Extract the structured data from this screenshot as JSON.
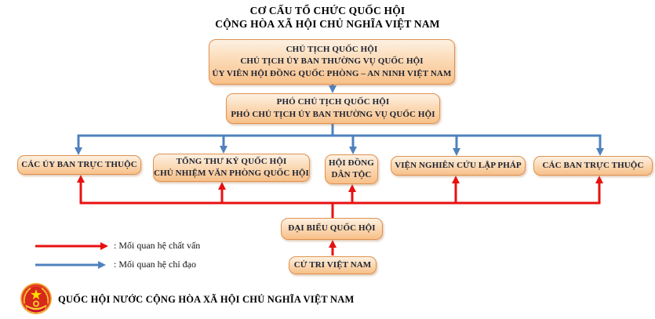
{
  "title": {
    "line1": "CƠ CẤU TỔ CHỨC QUỐC HỘI",
    "line2": "CỘNG HÒA XÃ HỘI CHỦ NGHĨA VIỆT NAM"
  },
  "boxes": {
    "chairman": {
      "lines": [
        "CHỦ TỊCH QUỐC HỘI",
        "CHỦ TỊCH ỦY BAN THƯỜNG VỤ QUỐC HỘI",
        "ỦY VIÊN HỘI ĐỒNG QUỐC PHÒNG – AN NINH VIỆT NAM"
      ]
    },
    "vice_chairman": {
      "lines": [
        "PHÓ CHỦ TỊCH QUỐC HỘI",
        "PHÓ CHỦ TỊCH ỦY BAN THƯỜNG VỤ QUỐC HỘI"
      ]
    },
    "committees": {
      "lines": [
        "CÁC ỦY BAN TRỰC THUỘC"
      ]
    },
    "secretary_general": {
      "lines": [
        "TỔNG THƯ KÝ QUỐC HỘI",
        "CHỦ NHIỆM VĂN PHÒNG QUỐC HỘI"
      ]
    },
    "ethnic_council": {
      "lines": [
        "HỘI ĐỒNG",
        "DÂN TỘC"
      ]
    },
    "legislative_research": {
      "lines": [
        "VIỆN NGHIÊN CỨU LẬP PHÁP"
      ]
    },
    "departments": {
      "lines": [
        "CÁC BAN TRỰC THUỘC"
      ]
    },
    "deputies": {
      "lines": [
        "ĐẠI BIỂU QUỐC HỘI"
      ]
    },
    "voters": {
      "lines": [
        "CỬ TRI VIỆT NAM"
      ]
    }
  },
  "legend": {
    "items": [
      {
        "icon": "red-arrow",
        "label": ": Mối quan hệ chất vấn"
      },
      {
        "icon": "blue-arrow",
        "label": ": Mối quan hệ chỉ đạo"
      }
    ]
  },
  "footer": {
    "label": "QUỐC HỘI NƯỚC CỘNG HÒA XÃ HỘI CHỦ NGHĨA VIỆT NAM"
  },
  "colors": {
    "box_border": "#e0914f",
    "box_fill_top": "#fdf1e2",
    "box_fill_bottom": "#f7c089",
    "blue_arrow": "#4f81bd",
    "red_arrow": "#e81010",
    "box_text": "#1e2230"
  }
}
